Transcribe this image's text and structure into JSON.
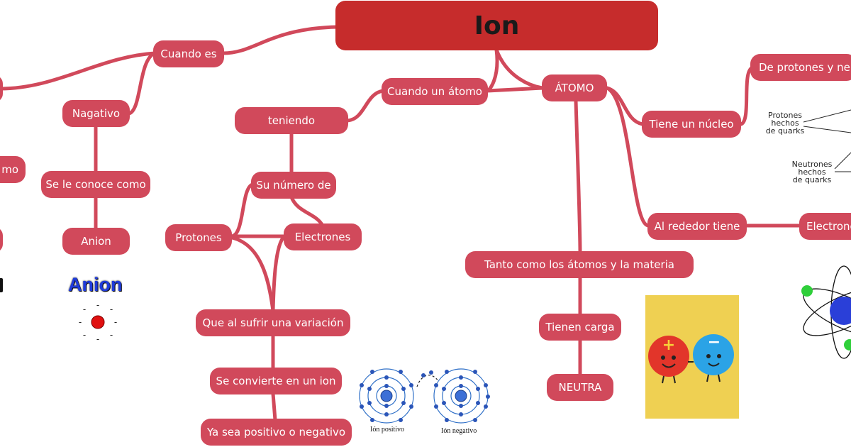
{
  "root": {
    "title": "Ion"
  },
  "nodes": {
    "cuando_es": "Cuando es",
    "negativo": "Nagativo",
    "se_le_conoce": "Se le conoce como",
    "anion": "Anion",
    "left_partial_1": "mo",
    "cuando_atomo": "Cuando un átomo",
    "teniendo": "teniendo",
    "su_numero": "Su número de",
    "protones": "Protones",
    "electrones": "Electrones",
    "variacion": "Que al sufrir una variación",
    "convierte": "Se convierte en un ion",
    "positivo_negativo": "Ya sea positivo o negativo",
    "atomo": "ÁTOMO",
    "protones_neutrones": "De protones y neu",
    "nucleo": "Tiene un núcleo",
    "rededor": "Al rededor tiene",
    "electrones_right": "Electrone",
    "tanto": "Tanto como los átomos y la materia",
    "carga": "Tienen carga",
    "neutra": "NEUTRA"
  },
  "notes": {
    "protones_quarks": [
      "Protones",
      "hechos",
      "de quarks"
    ],
    "neutrones_quarks": [
      "Neutrones",
      "hechos",
      "de quarks"
    ]
  },
  "images": {
    "anion_label": "Anion",
    "ion_positivo": "Ión positivo",
    "ion_negativo": "Ión negativo",
    "plus_sign": "+",
    "minus_sign": "−"
  },
  "colors": {
    "node": "#d1495b",
    "root": "#c62c2c",
    "link": "#d1495b"
  }
}
